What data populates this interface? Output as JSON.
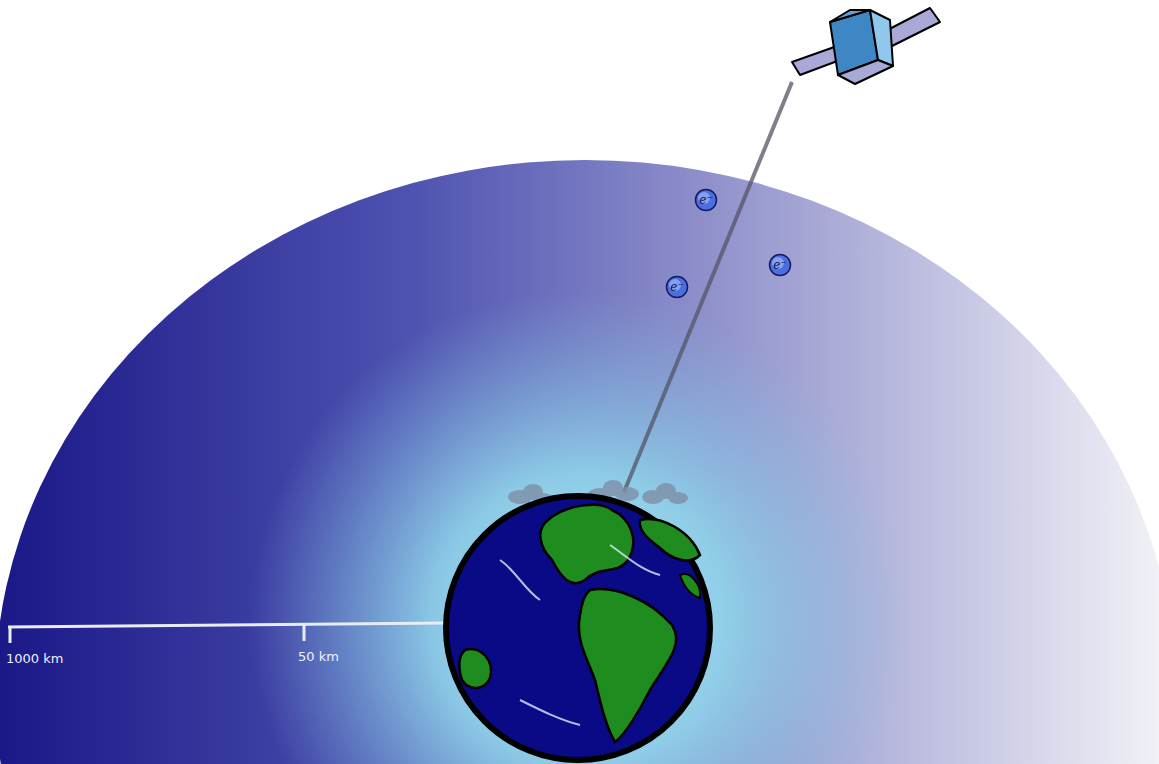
{
  "diagram": {
    "nodes": [
      {
        "text": [
          "e⁻"
        ]
      },
      {
        "text": [
          "e⁻"
        ]
      },
      {
        "text": [
          "e⁻"
        ]
      }
    ],
    "labels": [
      "1000 km",
      "50 km"
    ]
  }
}
